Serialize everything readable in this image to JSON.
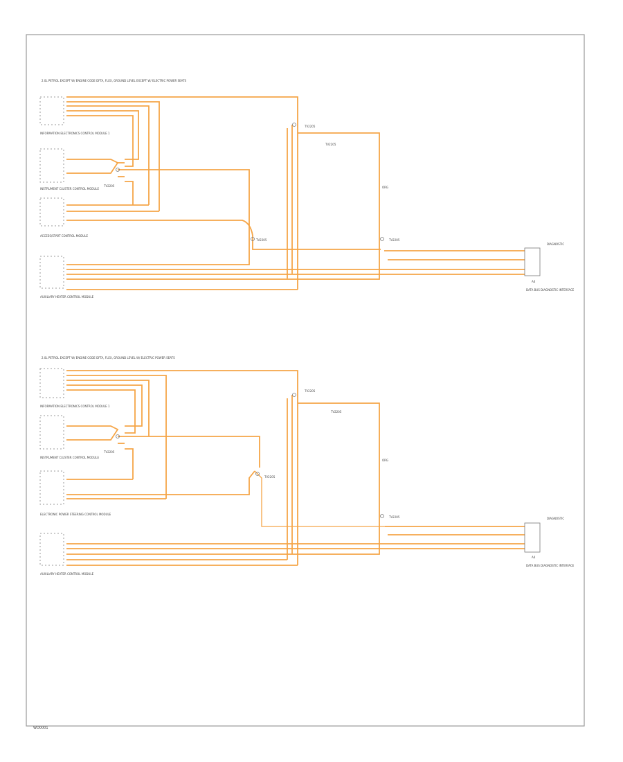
{
  "page_code": "WD0001",
  "section_top": {
    "header": "2.0L PETROL EXCEPT W/ ENGINE CODE DFTA, FLEX, GROUND LEVEL EXCEPT W/ ELECTRIC POWER SEATS",
    "modules": [
      "INFORMATION ELECTRONICS CONTROL MODULE 1",
      "INSTRUMENT CLUSTER CONTROL MODULE",
      "ACCESS/START CONTROL MODULE",
      "AUXILIARY HEATER CONTROL MODULE"
    ],
    "splices": [
      "TV2205",
      "TV2205",
      "TV2205",
      "TV2205"
    ],
    "fuse": "TV2205",
    "wire_code": "ORG",
    "right_module": "DATA BUS DIAGNOSTIC INTERFACE",
    "right_header": "DIAGNOSTIC",
    "right_pin": "A4"
  },
  "section_bottom": {
    "header": "2.0L PETROL EXCEPT W/ ENGINE CODE DFTA, FLEX, GROUND LEVEL W/ ELECTRIC POWER SEATS",
    "modules": [
      "INFORMATION ELECTRONICS CONTROL MODULE 1",
      "INSTRUMENT CLUSTER CONTROL MODULE",
      "ELECTRONIC POWER STEERING CONTROL MODULE",
      "AUXILIARY HEATER CONTROL MODULE"
    ],
    "splices": [
      "TV2205",
      "TV2205",
      "TV2205",
      "TV2205"
    ],
    "fuse": "TV2205",
    "wire_code": "ORG",
    "right_module": "DATA BUS DIAGNOSTIC INTERFACE",
    "right_header": "DIAGNOSTIC",
    "right_pin": "A4"
  },
  "colors": {
    "wire": "#f5a547",
    "frame": "#9a9a9a",
    "text": "#444444"
  }
}
